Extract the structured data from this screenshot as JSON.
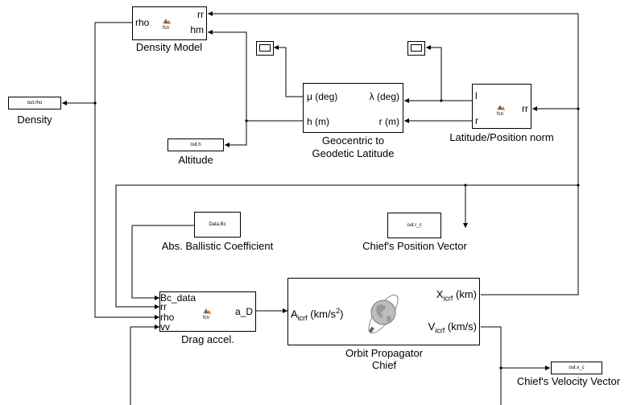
{
  "blocks": {
    "density_model": {
      "caption": "Density Model",
      "in_rho": "rho",
      "out_rr": "rr",
      "out_hm": "hm",
      "icon": "fcn"
    },
    "out_rho": {
      "label": "out.rho",
      "caption": "Density"
    },
    "out_h": {
      "label": "out.h",
      "caption": "Altitude"
    },
    "geo": {
      "caption_line1": "Geocentric to",
      "caption_line2": "Geodetic Latitude",
      "p_mu": "μ (deg)",
      "p_lambda": "λ (deg)",
      "p_h": "h (m)",
      "p_r": "r (m)"
    },
    "latpos": {
      "caption": "Latitude/Position norm",
      "p_l": "l",
      "p_r": "r",
      "p_rr": "rr",
      "icon": "fcn"
    },
    "bc": {
      "label": "Data.Bc",
      "caption": "Abs. Ballistic Coefficient"
    },
    "out_rc": {
      "label": "out.r_c",
      "caption": "Chief's Position Vector"
    },
    "drag": {
      "caption": "Drag accel.",
      "p_bc": "Bc_data",
      "p_rr": "rr",
      "p_rho": "rho",
      "p_vv": "vv",
      "p_ad": "a_D",
      "icon": "fcn"
    },
    "orbit": {
      "caption_line1": "Orbit Propagator",
      "caption_line2": "Chief",
      "in_a": "A",
      "in_a_sub": "icrf",
      "in_a_unit": " (km/s",
      "in_a_sup": "2",
      "in_a_close": ")",
      "out_x": "X",
      "out_x_sub": "icrf",
      "out_x_unit": " (km)",
      "out_v": "V",
      "out_v_sub": "icrf",
      "out_v_unit": " (km/s)"
    },
    "out_vc": {
      "label": "out.v_c",
      "caption": "Chief's Velocity Vector"
    }
  },
  "icons": {
    "fcn": "matlab-function-icon",
    "scope": "scope-icon",
    "earth": "earth-orbit-icon"
  }
}
